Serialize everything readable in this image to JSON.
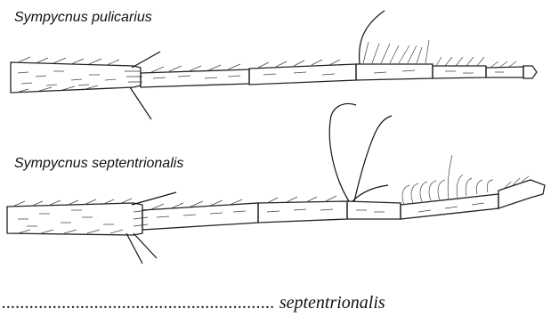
{
  "figure": {
    "species_top": "Sympycnus pulicarius",
    "species_bottom": "Sympycnus septentrionalis"
  },
  "key": {
    "dots": "...........................................................",
    "result": "septentrionalis"
  }
}
